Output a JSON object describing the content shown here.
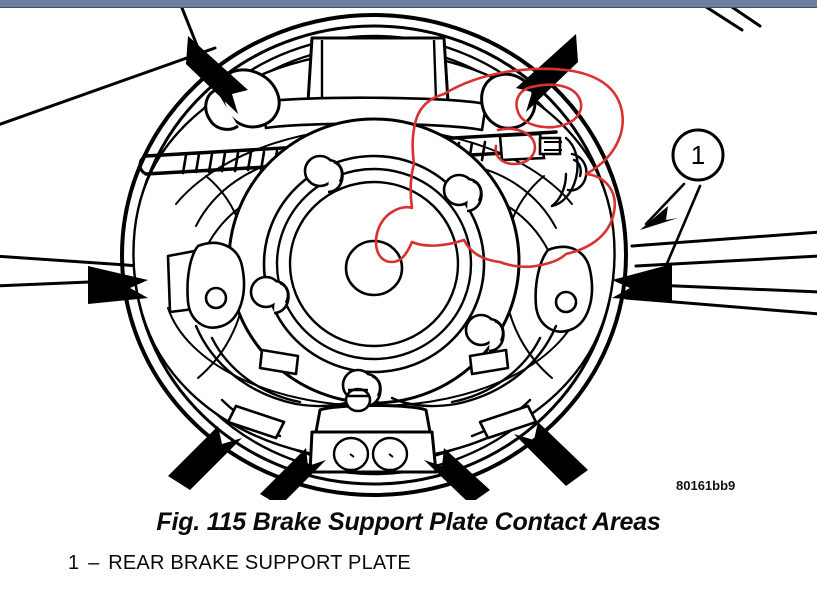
{
  "figure": {
    "caption": "Fig. 115 Brake Support Plate Contact Areas",
    "part_code": "80161bb9",
    "callout_number": "1",
    "subject": "rear-drum-brake-support-plate-assembly",
    "colors": {
      "top_bar": "#6b7f9e",
      "line_art": "#000000",
      "annotation_red": "#d93030",
      "background": "#ffffff",
      "text": "#0a0a0a"
    }
  },
  "legend": {
    "items": [
      {
        "number": "1",
        "dash": "–",
        "label": "REAR BRAKE SUPPORT PLATE"
      }
    ]
  },
  "annotations": {
    "contact_arrow_count": 8,
    "contact_arrows": [
      {
        "id": "arrow-top-left",
        "points_to": "upper-left-drum-rim"
      },
      {
        "id": "arrow-top-right",
        "points_to": "upper-right-drum-rim"
      },
      {
        "id": "arrow-left",
        "points_to": "left-drum-rim"
      },
      {
        "id": "arrow-right",
        "points_to": "right-drum-rim"
      },
      {
        "id": "arrow-lower-left",
        "points_to": "lower-left-drum-rim"
      },
      {
        "id": "arrow-lower-right",
        "points_to": "lower-right-drum-rim"
      },
      {
        "id": "arrow-bottom-left",
        "points_to": "bottom-left-anchor-block"
      },
      {
        "id": "arrow-bottom-right",
        "points_to": "bottom-right-anchor-block"
      }
    ],
    "hand_drawn": {
      "color": "#d93030",
      "shape": "freehand-loop",
      "encircles": "upper-right-support-plate-region"
    }
  }
}
